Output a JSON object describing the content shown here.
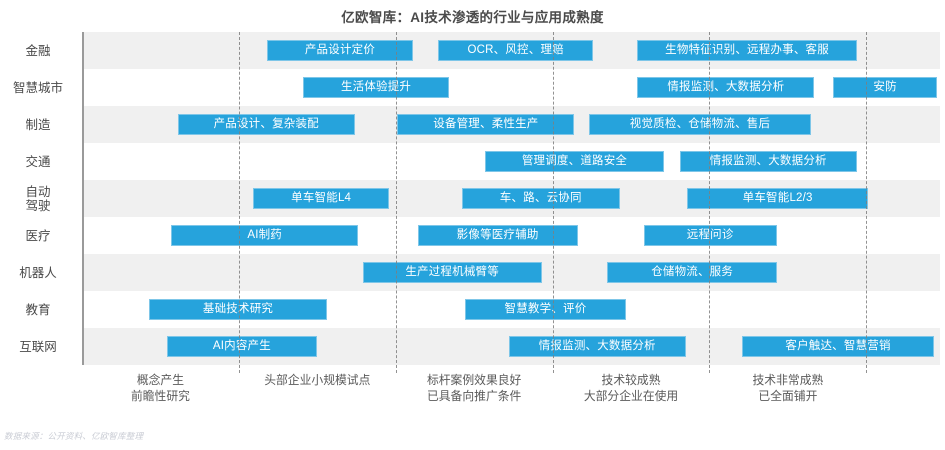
{
  "chart_data": {
    "type": "bar",
    "title": "亿欧智库：AI技术渗透的行业与应用成熟度",
    "xlabel": "",
    "ylabel": "",
    "grid": true,
    "legend": false,
    "accent_color": "#26a3dc",
    "band_color": "#f0f0f0",
    "xlim": [
      0,
      5
    ],
    "stage_labels": [
      {
        "line1": "概念产生",
        "line2": "前瞻性研究",
        "center": 0.5
      },
      {
        "line1": "头部企业小规模试点",
        "line2": "",
        "center": 1.5
      },
      {
        "line1": "标杆案例效果良好",
        "line2": "已具备向推广条件",
        "center": 2.5
      },
      {
        "line1": "技术较成熟",
        "line2": "大部分企业在使用",
        "center": 3.5
      },
      {
        "line1": "技术非常成熟",
        "line2": "已全面铺开",
        "center": 4.5
      }
    ],
    "gridline_positions": [
      1,
      2,
      3,
      4,
      5
    ],
    "categories": [
      "金融",
      "智慧城市",
      "制造",
      "交通",
      "自动驾驶",
      "医疗",
      "机器人",
      "教育",
      "互联网"
    ],
    "rows": [
      {
        "category": "金融",
        "label_line1": "金融",
        "label_line2": "",
        "bars": [
          {
            "label": "产品设计定价",
            "start": 1.17,
            "end": 2.1
          },
          {
            "label": "OCR、风控、理赔",
            "start": 2.26,
            "end": 3.25
          },
          {
            "label": "生物特征识别、远程办事、客服",
            "start": 3.53,
            "end": 4.93
          }
        ]
      },
      {
        "category": "智慧城市",
        "label_line1": "智慧城市",
        "label_line2": "",
        "bars": [
          {
            "label": "生活体验提升",
            "start": 1.4,
            "end": 2.33
          },
          {
            "label": "情报监测、大数据分析",
            "start": 3.53,
            "end": 4.66
          },
          {
            "label": "安防",
            "start": 4.78,
            "end": 5.44
          }
        ]
      },
      {
        "category": "制造",
        "label_line1": "制造",
        "label_line2": "",
        "bars": [
          {
            "label": "产品设计、复杂装配",
            "start": 0.6,
            "end": 1.73
          },
          {
            "label": "设备管理、柔性生产",
            "start": 2.0,
            "end": 3.13
          },
          {
            "label": "视觉质检、仓储物流、售后",
            "start": 3.22,
            "end": 4.64
          }
        ]
      },
      {
        "category": "交通",
        "label_line1": "交通",
        "label_line2": "",
        "bars": [
          {
            "label": "管理调度、道路安全",
            "start": 2.56,
            "end": 3.7
          },
          {
            "label": "情报监测、大数据分析",
            "start": 3.8,
            "end": 4.93
          }
        ]
      },
      {
        "category": "自动驾驶",
        "label_line1": "自动",
        "label_line2": "驾驶",
        "bars": [
          {
            "label": "单车智能L4",
            "start": 1.08,
            "end": 1.95
          },
          {
            "label": "车、路、云协同",
            "start": 2.41,
            "end": 3.42
          },
          {
            "label": "单车智能L2/3",
            "start": 3.85,
            "end": 5.0
          }
        ]
      },
      {
        "category": "医疗",
        "label_line1": "医疗",
        "label_line2": "",
        "bars": [
          {
            "label": "AI制药",
            "start": 0.56,
            "end": 1.75
          },
          {
            "label": "影像等医疗辅助",
            "start": 2.13,
            "end": 3.15
          },
          {
            "label": "远程问诊",
            "start": 3.57,
            "end": 4.42
          }
        ]
      },
      {
        "category": "机器人",
        "label_line1": "机器人",
        "label_line2": "",
        "bars": [
          {
            "label": "生产过程机械臂等",
            "start": 1.78,
            "end": 2.92
          },
          {
            "label": "仓储物流、服务",
            "start": 3.34,
            "end": 4.42
          }
        ]
      },
      {
        "category": "教育",
        "label_line1": "教育",
        "label_line2": "",
        "bars": [
          {
            "label": "基础技术研究",
            "start": 0.42,
            "end": 1.55
          },
          {
            "label": "智慧教学、评价",
            "start": 2.43,
            "end": 3.46
          }
        ]
      },
      {
        "category": "互联网",
        "label_line1": "互联网",
        "label_line2": "",
        "bars": [
          {
            "label": "AI内容产生",
            "start": 0.53,
            "end": 1.49
          },
          {
            "label": "情报监测、大数据分析",
            "start": 2.71,
            "end": 3.84
          },
          {
            "label": "客户触达、智慧营销",
            "start": 4.2,
            "end": 5.42
          }
        ]
      }
    ]
  },
  "footer": {
    "source": "数据来源：公开资料、亿欧智库整理"
  }
}
